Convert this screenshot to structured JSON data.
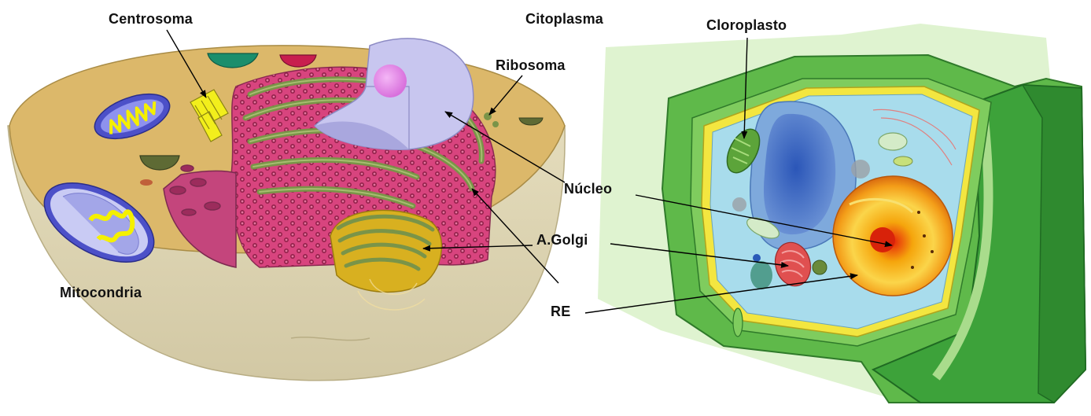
{
  "labels": {
    "centrosoma": "Centrosoma",
    "citoplasma": "Citoplasma",
    "cloroplasto": "Cloroplasto",
    "ribosoma": "Ribosoma",
    "nucleo": "Núcleo",
    "golgi": "A.Golgi",
    "mitocondria": "Mitocondria",
    "re": "RE"
  },
  "colors": {
    "cytoplasm_animal": "#dcb86a",
    "membrane_shell": "#e4dcc0",
    "nucleus_envelope": "#c8c6ef",
    "nucleolus": "#e08ee6",
    "rough_er": "#d8447e",
    "er_outline": "#7a9448",
    "golgi": "#d8b020",
    "mitochondria": "#4c50c8",
    "centrosome": "#f2ee1c",
    "cell_wall": "#5fb94a",
    "cell_wall_dark": "#2f8a2f",
    "plant_cytoplasm": "#a8dcec",
    "vacuole": "#3a66c4",
    "plant_nucleus": "#f08a1c",
    "chloroplast": "#5ca43a",
    "plant_membrane": "#f3e640"
  }
}
